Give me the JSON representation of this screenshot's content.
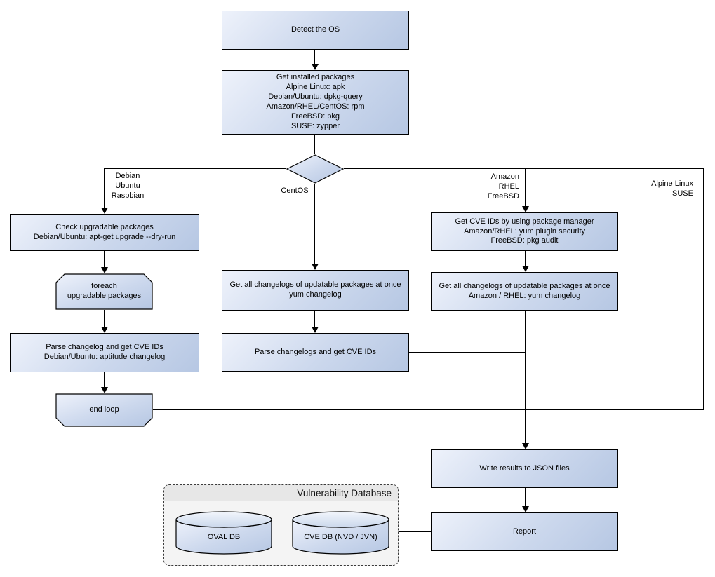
{
  "colors": {
    "node_fill_light": "#eef2fb",
    "node_fill_dark": "#b6c7e3",
    "node_border": "#000000",
    "db_container_bg": "#f4f4f4",
    "db_header_bg": "#e7e7e7",
    "connector": "#000000"
  },
  "flowchart": {
    "nodes": {
      "detect_os": "Detect the OS",
      "get_installed_packages": "Get installed packages\nAlpine Linux: apk\nDebian/Ubuntu: dpkg-query\nAmazon/RHEL/CentOS: rpm\nFreeBSD: pkg\nSUSE: zypper",
      "check_upgradable": "Check upgradable packages\nDebian/Ubuntu: apt-get upgrade --dry-run",
      "foreach_loop": "foreach\nupgradable  packages",
      "parse_changelog_debian": "Parse changelog and get  CVE IDs\nDebian/Ubuntu: aptitude changelog",
      "end_loop": "end loop",
      "get_changelogs_centos": "Get all changelogs of updatable packages at once\nyum changelog",
      "parse_changelogs_centos": "Parse changelogs and get CVE IDs",
      "get_cve_ids_pkg_manager": "Get CVE IDs by using package manager\nAmazon/RHEL: yum plugin security\nFreeBSD: pkg audit",
      "get_changelogs_amazon": "Get all changelogs of updatable packages at once\nAmazon / RHEL: yum changelog",
      "write_results": "Write results to JSON files",
      "report": "Report"
    },
    "branch_labels": {
      "debian": "Debian\nUbuntu\nRaspbian",
      "centos": "CentOS",
      "amazon": "Amazon\nRHEL\nFreeBSD",
      "alpine": "Alpine Linux\nSUSE"
    },
    "database": {
      "title": "Vulnerability Database",
      "oval_db": "OVAL DB",
      "cve_db": "CVE DB (NVD / JVN)"
    }
  }
}
